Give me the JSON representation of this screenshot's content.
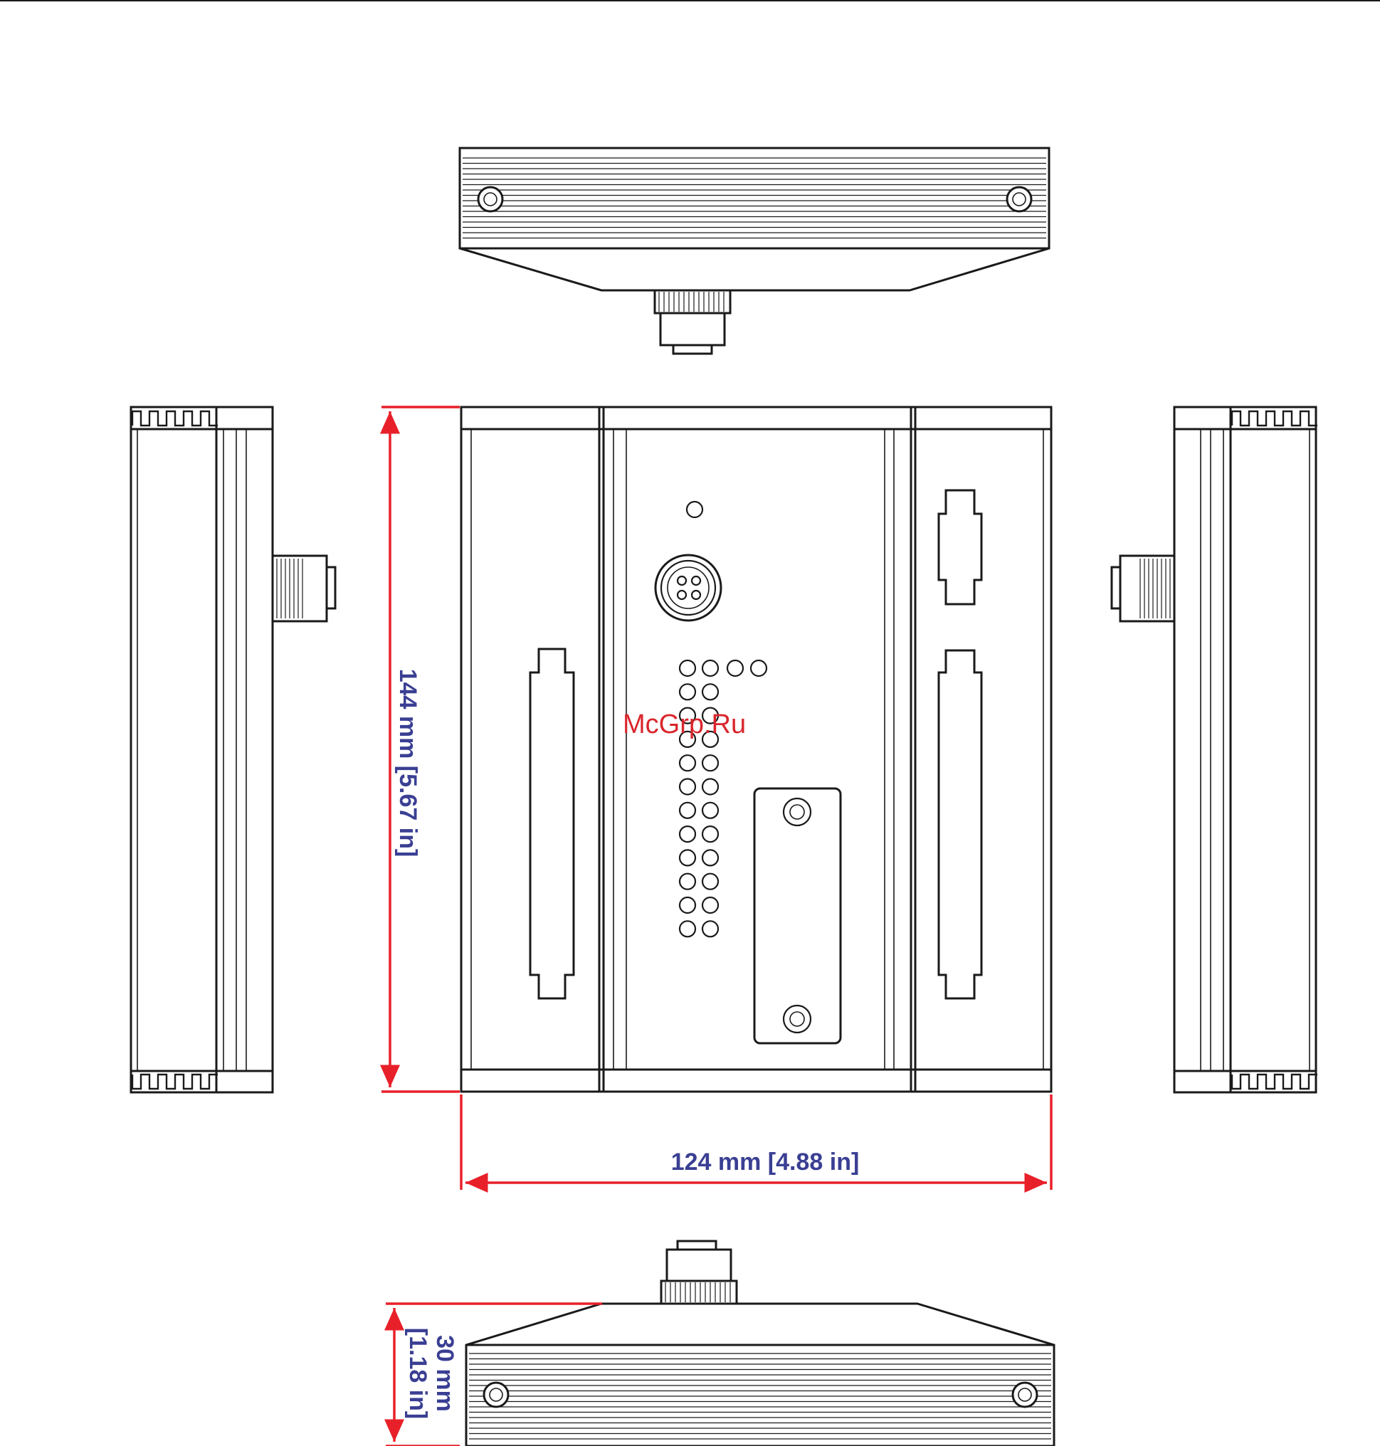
{
  "dimensions": {
    "height_label": "144 mm [5.67 in]",
    "width_label": "124 mm [4.88 in]",
    "depth_label_line1": "30 mm",
    "depth_label_line2": "[1.18 in]"
  },
  "watermark": "McGrp.Ru",
  "colors": {
    "dimension_line": "#e8202a",
    "dimension_text": "#3a3f93",
    "watermark": "#d9262c",
    "outline": "#1a1a1a"
  }
}
